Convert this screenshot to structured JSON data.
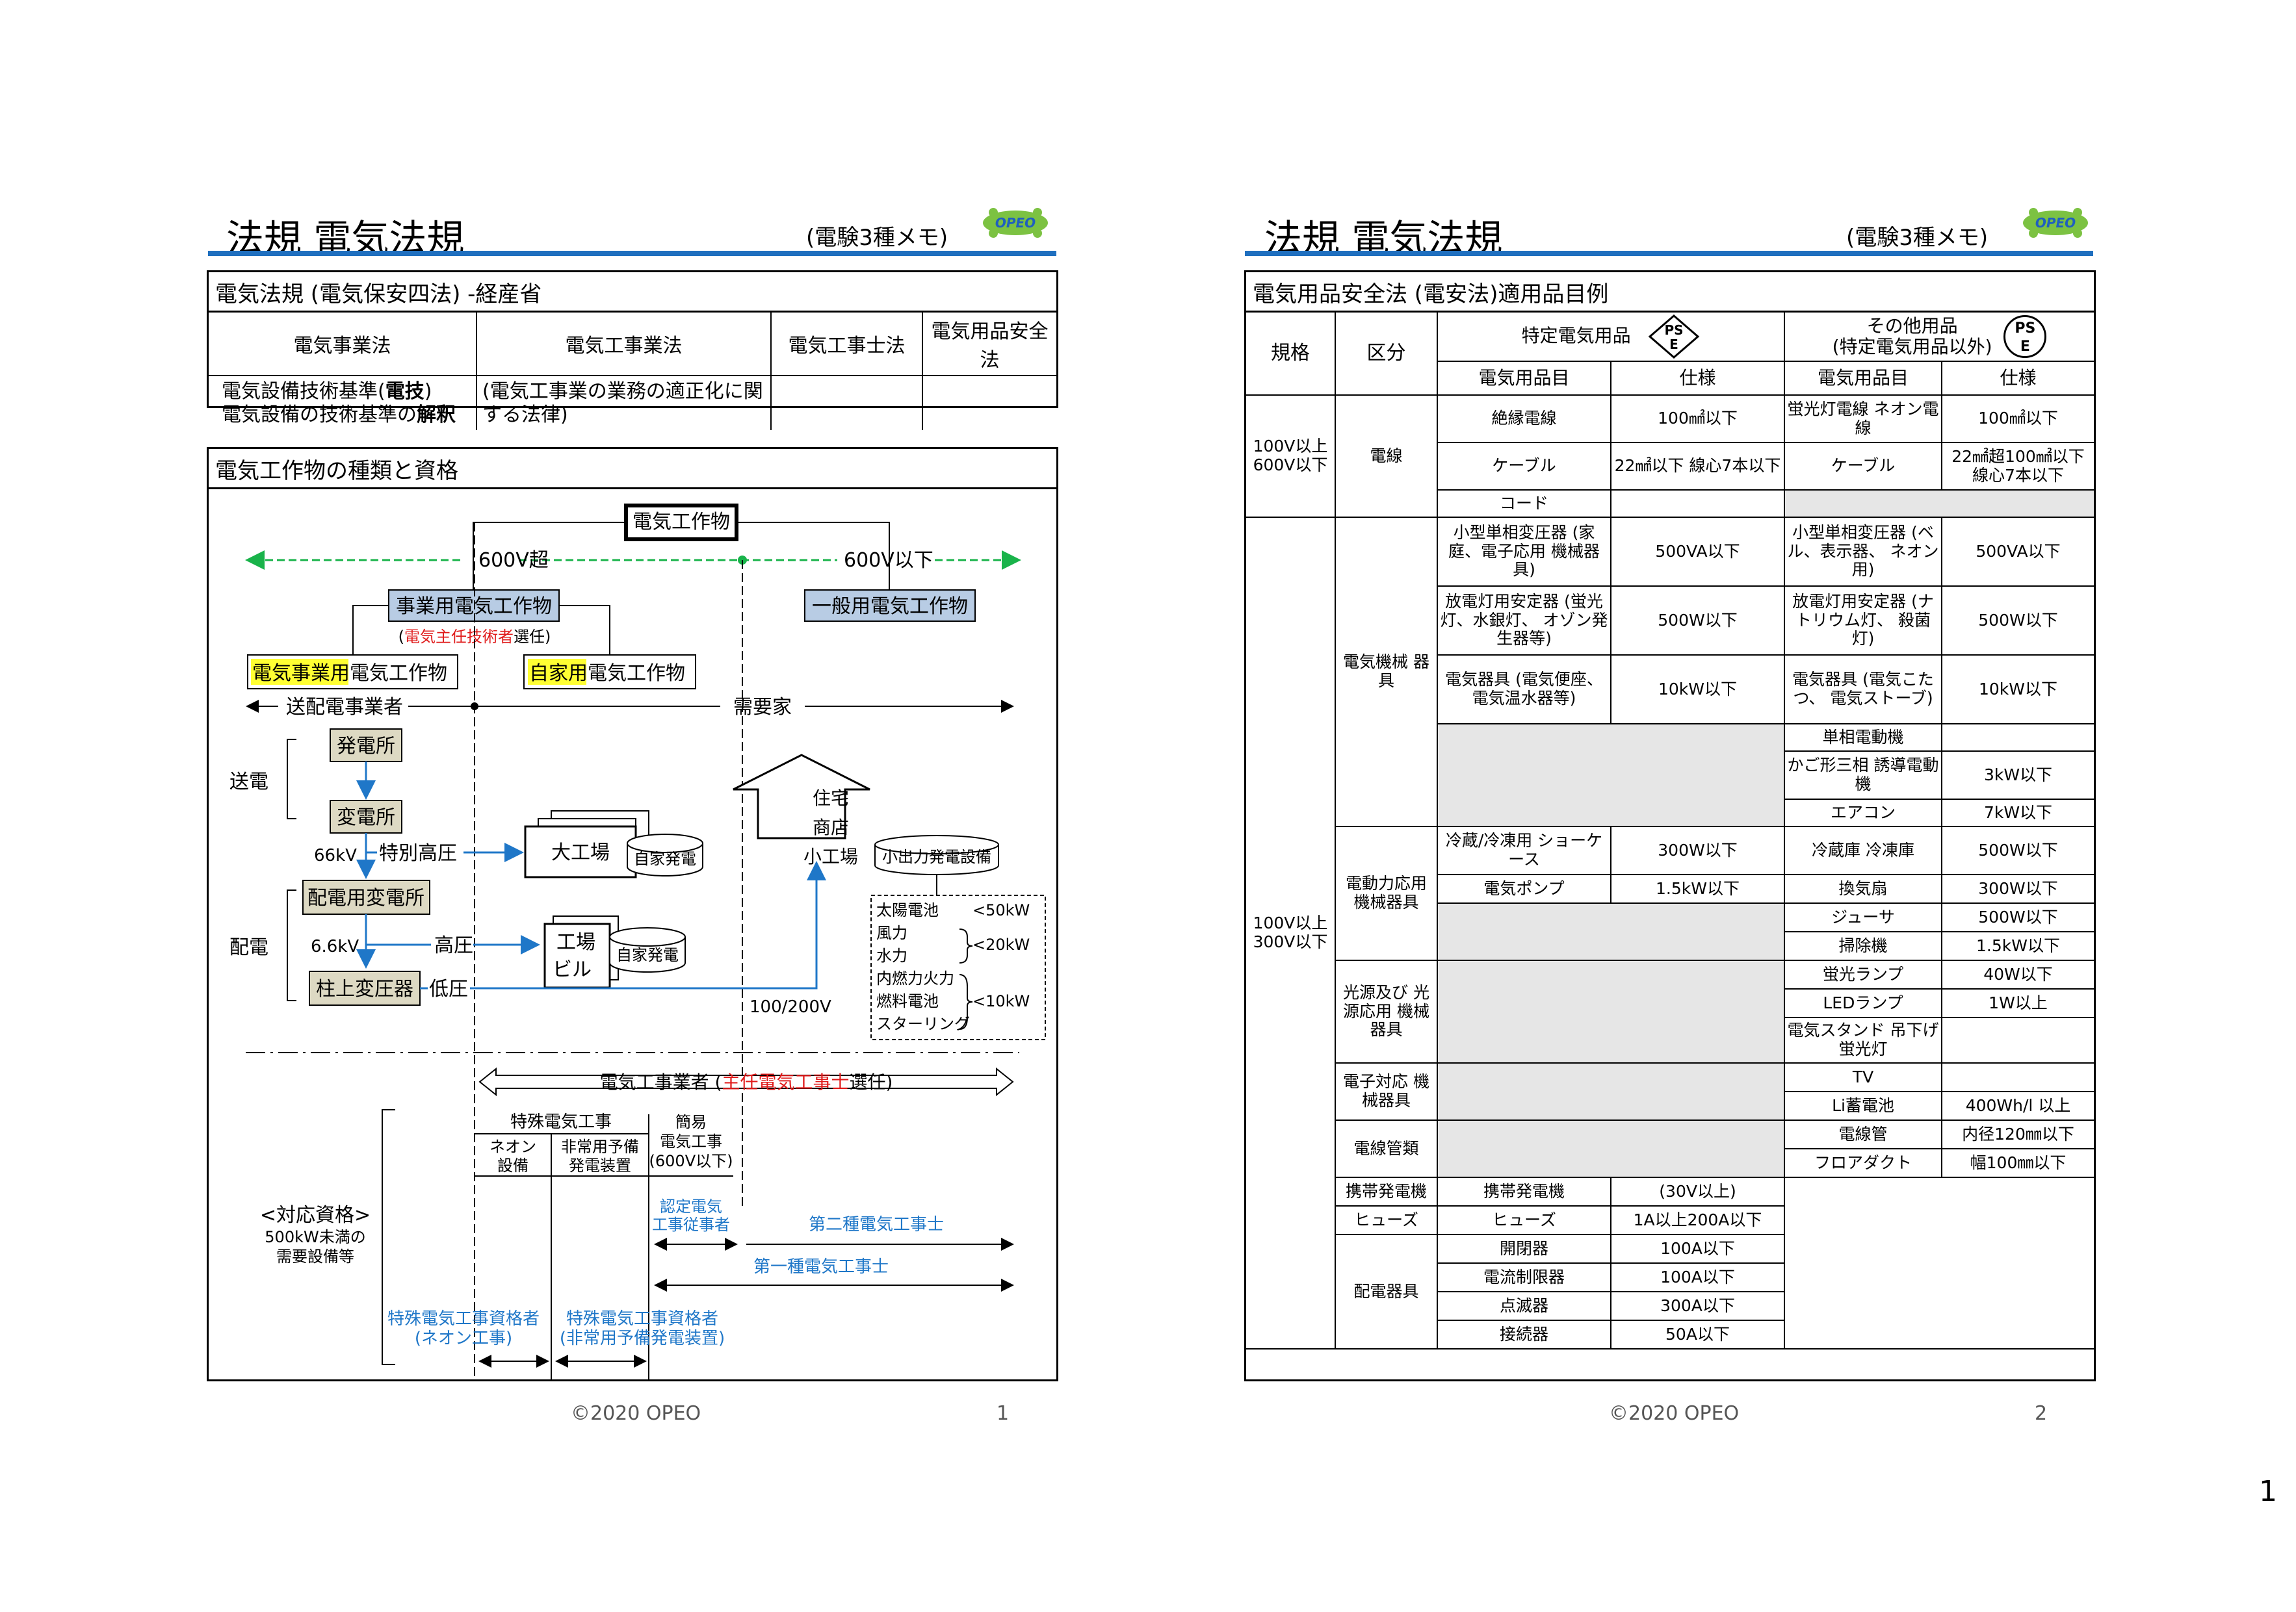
{
  "page_number": "1",
  "left": {
    "title": "法規 電気法規",
    "subtitle": "(電験3種メモ)",
    "logo": "OPEO",
    "box1": {
      "header": "電気法規 (電気保安四法) -経産省",
      "cols": [
        "電気事業法",
        "電気工事業法",
        "電気工事士法",
        "電気用品安全法"
      ],
      "cell1_line1a": "電気設備技術基準(",
      "cell1_line1b": "電技",
      "cell1_line1c": ")",
      "cell1_line2a": "電気設備の技術基準の",
      "cell1_line2b": "解釈",
      "cell2": "(電気工事業の業務の適正化に関する法律)"
    },
    "box2": {
      "header": "電気工作物の種類と資格",
      "denki_kosakubutsu": "電気工作物",
      "over600": "600V超",
      "under600": "600V以下",
      "jigyoyo": "事業用電気工作物",
      "shunin_a": "(",
      "shunin_red": "電気主任技術者",
      "shunin_b": "選任)",
      "ippan": "一般用電気工作物",
      "denki_jigyo_a": "電気事業用",
      "denki_jigyo_b": "電気工作物",
      "jikayo_a": "自家用",
      "jikayo_b": "電気工作物",
      "sohaiden": "送配電事業者",
      "juyoka": "需要家",
      "hatsudensho": "発電所",
      "soden": "送電",
      "hendensho": "変電所",
      "kv66": "66kV",
      "tokubetsu": "特別高圧",
      "daikojo": "大工場",
      "jika_hatsuden": "自家発電",
      "haiden_hendensho": "配電用変電所",
      "haiden": "配電",
      "kv66b": "6.6kV",
      "koatsu": "高圧",
      "kojo": "工場",
      "biru": "ビル",
      "jika_hatsuden2": "自家発電",
      "chujo": "柱上変圧器",
      "teiatsu": "低圧",
      "house1": "住宅",
      "house2": "商店",
      "house3": "小工場",
      "small_gen": "小出力発電設備",
      "v100_200": "100/200V",
      "gen_taiyo": "太陽電池",
      "gen_50": "<50kW",
      "gen_fu": "風力",
      "gen_sui": "水力",
      "gen_20": "<20kW",
      "gen_nainen": "内燃力火力",
      "gen_nenryo": "燃料電池",
      "gen_10": "<10kW",
      "gen_stirling": "スターリング",
      "koji_a": "電気工事業者 (",
      "koji_red": "主任電気工事士",
      "koji_b": "選任)",
      "tokushu": "特殊電気工事",
      "neon1": "ネオン",
      "neon2": "設備",
      "hijo1": "非常用予備",
      "hijo2": "発電装置",
      "kani1": "簡易",
      "kani2": "電気工事",
      "kani3": "(600V以下)",
      "taio": "<対応資格>",
      "taio2": "500kW未満の",
      "taio3": "需要設備等",
      "nintei1": "認定電気",
      "nintei2": "工事従事者",
      "dai2": "第二種電気工事士",
      "dai1": "第一種電気工事士",
      "tokushu_shikaku1a": "特殊電気工事資格者",
      "tokushu_shikaku1b": "(ネオン工事)",
      "tokushu_shikaku2a": "特殊電気工事資格者",
      "tokushu_shikaku2b": "(非常用予備発電装置)"
    },
    "footer": "©2020 OPEO",
    "page": "1"
  },
  "right": {
    "title": "法規 電気法規",
    "subtitle": "(電験3種メモ)",
    "logo": "OPEO",
    "header": "電気用品安全法 (電安法)適用品目例",
    "h_kikaku": "規格",
    "h_kubun": "区分",
    "h_tokutei": "特定電気用品",
    "h_sonota1": "その他用品",
    "h_sonota2": "(特定電気用品以外)",
    "h_hinmoku": "電気用品目",
    "h_shiyo": "仕様",
    "pse1": "PS",
    "pse2": "E",
    "k1": "100V以上 600V以下",
    "k2": "100V以上 300V以下",
    "rows": [
      [
        "絶縁電線",
        "100㎟以下",
        "蛍光灯電線 ネオン電線",
        "100㎟以下"
      ],
      [
        "ケーブル",
        "22㎟以下 線心7本以下",
        "ケーブル",
        "22㎟超100㎟以下 線心7本以下"
      ],
      [
        "コード",
        "",
        "",
        ""
      ],
      [
        "小型単相変圧器 (家庭、電子応用 機械器具)",
        "500VA以下",
        "小型単相変圧器 (ベル、表示器、 ネオン用)",
        "500VA以下"
      ],
      [
        "放電灯用安定器 (蛍光灯、水銀灯、 オゾン発生器等)",
        "500W以下",
        "放電灯用安定器 (ナトリウム灯、 殺菌灯)",
        "500W以下"
      ],
      [
        "電気器具 (電気便座、 電気温水器等)",
        "10kW以下",
        "電気器具 (電気こたつ、 電気ストーブ)",
        "10kW以下"
      ],
      [
        "",
        "",
        "単相電動機",
        ""
      ],
      [
        "",
        "",
        "かご形三相 誘導電動機",
        "3kW以下"
      ],
      [
        "",
        "",
        "エアコン",
        "7kW以下"
      ],
      [
        "冷蔵/冷凍用 ショーケース",
        "300W以下",
        "冷蔵庫 冷凍庫",
        "500W以下"
      ],
      [
        "電気ポンプ",
        "1.5kW以下",
        "換気扇",
        "300W以下"
      ],
      [
        "",
        "",
        "ジューサ",
        "500W以下"
      ],
      [
        "",
        "",
        "掃除機",
        "1.5kW以下"
      ],
      [
        "",
        "",
        "蛍光ランプ",
        "40W以下"
      ],
      [
        "",
        "",
        "LEDランプ",
        "1W以上"
      ],
      [
        "",
        "",
        "電気スタンド 吊下げ蛍光灯",
        ""
      ],
      [
        "",
        "",
        "TV",
        ""
      ],
      [
        "",
        "",
        "Li蓄電池",
        "400Wh/l 以上"
      ],
      [
        "",
        "",
        "電線管",
        "内径120㎜以下"
      ],
      [
        "",
        "",
        "フロアダクト",
        "幅100㎜以下"
      ],
      [
        "携帯発電機",
        "(30V以上)",
        "",
        ""
      ],
      [
        "ヒューズ",
        "1A以上200A以下",
        "",
        ""
      ],
      [
        "開閉器",
        "100A以下",
        "",
        ""
      ],
      [
        "電流制限器",
        "100A以下",
        "",
        ""
      ],
      [
        "点滅器",
        "300A以下",
        "",
        ""
      ],
      [
        "接続器",
        "50A以下",
        "",
        ""
      ]
    ],
    "cat": {
      "densen": "電線",
      "kikai": "電気機械 器具",
      "doryoku": "電動力応用 機械器具",
      "kogen": "光源及び 光源応用 機械器具",
      "denshi": "電子対応 機械器具",
      "kanrui": "電線管類",
      "keitai": "携帯発電機",
      "fuse": "ヒューズ",
      "haiden": "配電器具"
    },
    "footer": "©2020 OPEO",
    "page": "2"
  }
}
